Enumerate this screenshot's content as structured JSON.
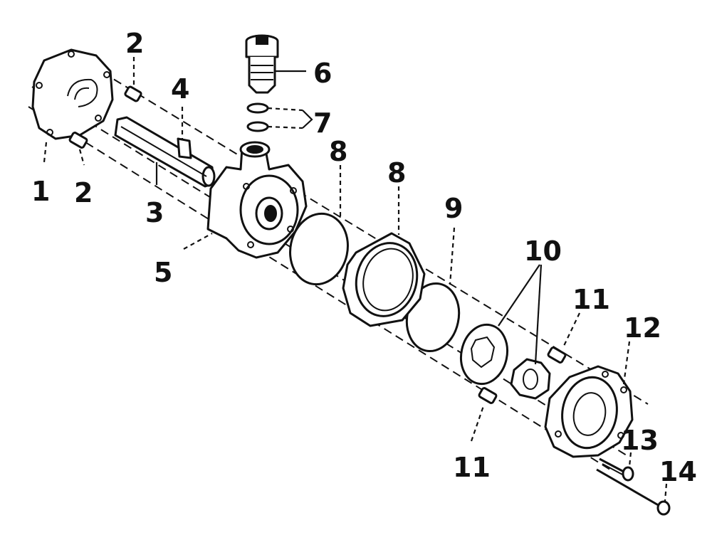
{
  "callouts": [
    {
      "id": "c1",
      "text": "1"
    },
    {
      "id": "c2a",
      "text": "2"
    },
    {
      "id": "c2b",
      "text": "2"
    },
    {
      "id": "c3",
      "text": "3"
    },
    {
      "id": "c4",
      "text": "4"
    },
    {
      "id": "c5",
      "text": "5"
    },
    {
      "id": "c6",
      "text": "6"
    },
    {
      "id": "c7",
      "text": "7"
    },
    {
      "id": "c8a",
      "text": "8"
    },
    {
      "id": "c8b",
      "text": "8"
    },
    {
      "id": "c9",
      "text": "9"
    },
    {
      "id": "c10",
      "text": "10"
    },
    {
      "id": "c11a",
      "text": "11"
    },
    {
      "id": "c11b",
      "text": "11"
    },
    {
      "id": "c12",
      "text": "12"
    },
    {
      "id": "c13",
      "text": "13"
    },
    {
      "id": "c14",
      "text": "14"
    }
  ],
  "colors": {
    "ink": "#111111",
    "paper": "#ffffff"
  }
}
